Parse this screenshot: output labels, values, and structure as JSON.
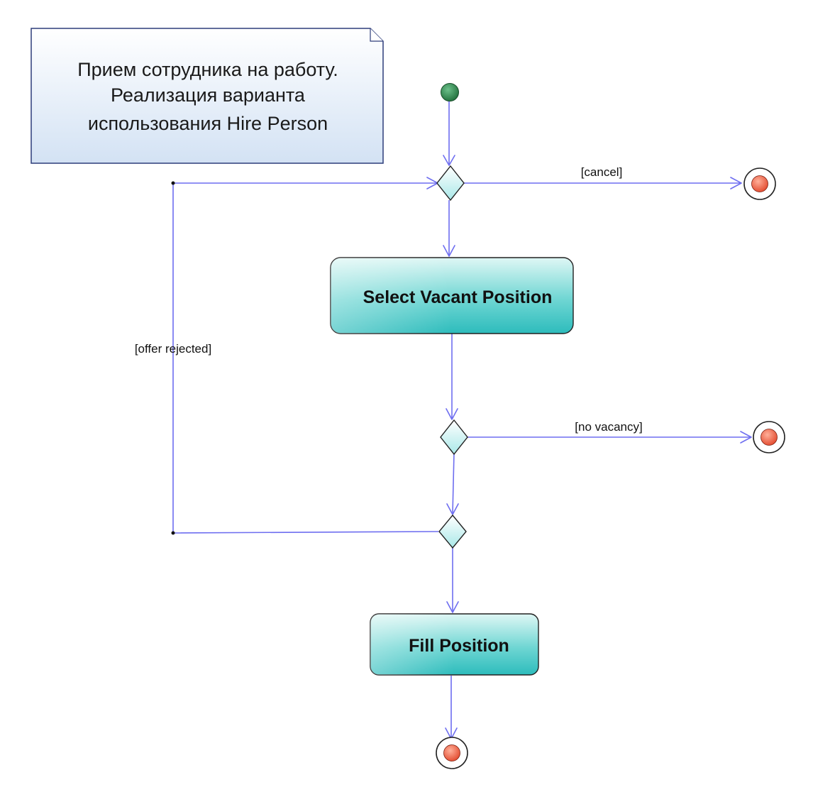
{
  "note": {
    "lines": [
      "Прием сотрудника на работу.",
      "Реализация варианта",
      "использования Hire Person"
    ]
  },
  "actions": {
    "select_vacant_position": "Select Vacant Position",
    "fill_position": "Fill Position"
  },
  "guards": {
    "cancel": "[cancel]",
    "no_vacancy": "[no vacancy]",
    "offer_rejected": "[offer rejected]"
  },
  "colors": {
    "flow": "#6e6ef0",
    "initial_node": "#2e8b4a",
    "final_node": "#e8543a",
    "action_fill_top": "#d6f5f3",
    "action_fill_bottom": "#2fc0c0",
    "decision_fill": "#c8f0f0",
    "note_fill": "#dce8f6"
  }
}
